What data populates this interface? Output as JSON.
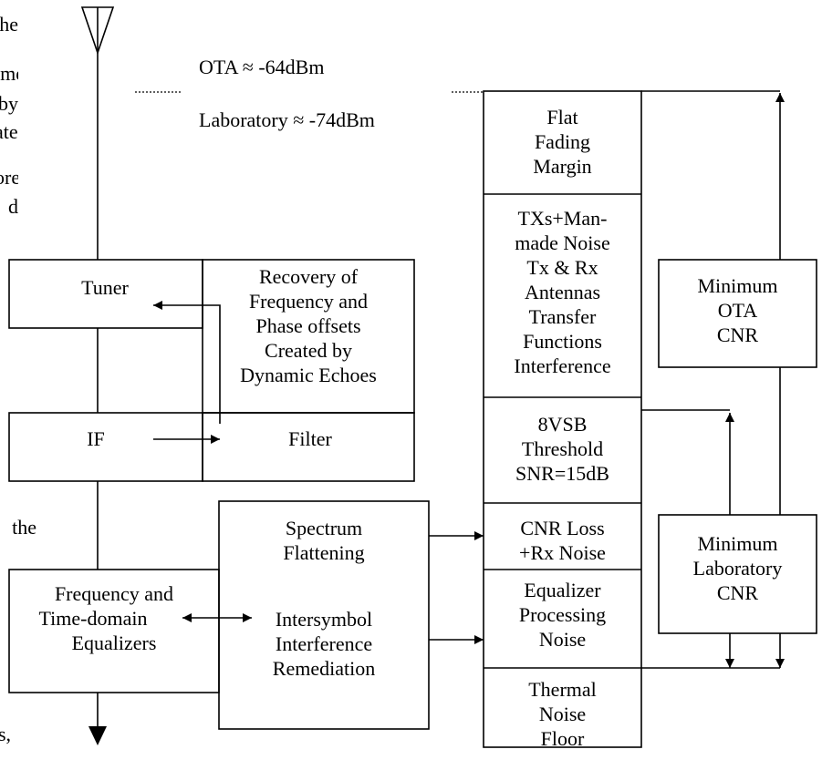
{
  "fragments": [
    "he",
    "ime,",
    "by",
    "ater,",
    "ore",
    "d",
    "",
    "the",
    "s,"
  ],
  "top_labels": {
    "ota": "OTA ≈ -64dBm",
    "lab": "Laboratory ≈ -74dBm"
  },
  "blocks": {
    "tuner": "Tuner",
    "recovery": [
      "Recovery of",
      "Frequency and",
      "Phase offsets",
      "Created by",
      "Dynamic Echoes"
    ],
    "if": "IF",
    "filter": "Filter",
    "equalizers": [
      "Frequency and",
      "Time-domain",
      "Equalizers"
    ],
    "spectrum": [
      "Spectrum",
      "Flattening"
    ],
    "isi": [
      "Intersymbol",
      "Interference",
      "Remediation"
    ]
  },
  "stack": {
    "fading": [
      "Flat",
      "Fading",
      "Margin"
    ],
    "interference": [
      "TXs+Man-",
      "made Noise",
      "Tx & Rx",
      "Antennas",
      "Transfer",
      "Functions",
      "Interference"
    ],
    "threshold": [
      "8VSB",
      "Threshold",
      "SNR=15dB"
    ],
    "cnr_loss": [
      "CNR Loss",
      "+Rx Noise"
    ],
    "eq_noise": [
      "Equalizer",
      "Processing",
      "Noise"
    ],
    "thermal": [
      "Thermal",
      "Noise",
      "Floor"
    ]
  },
  "minimum": {
    "ota": [
      "Minimum",
      "OTA",
      "CNR"
    ],
    "lab": [
      "Minimum",
      "Laboratory",
      "CNR"
    ]
  }
}
